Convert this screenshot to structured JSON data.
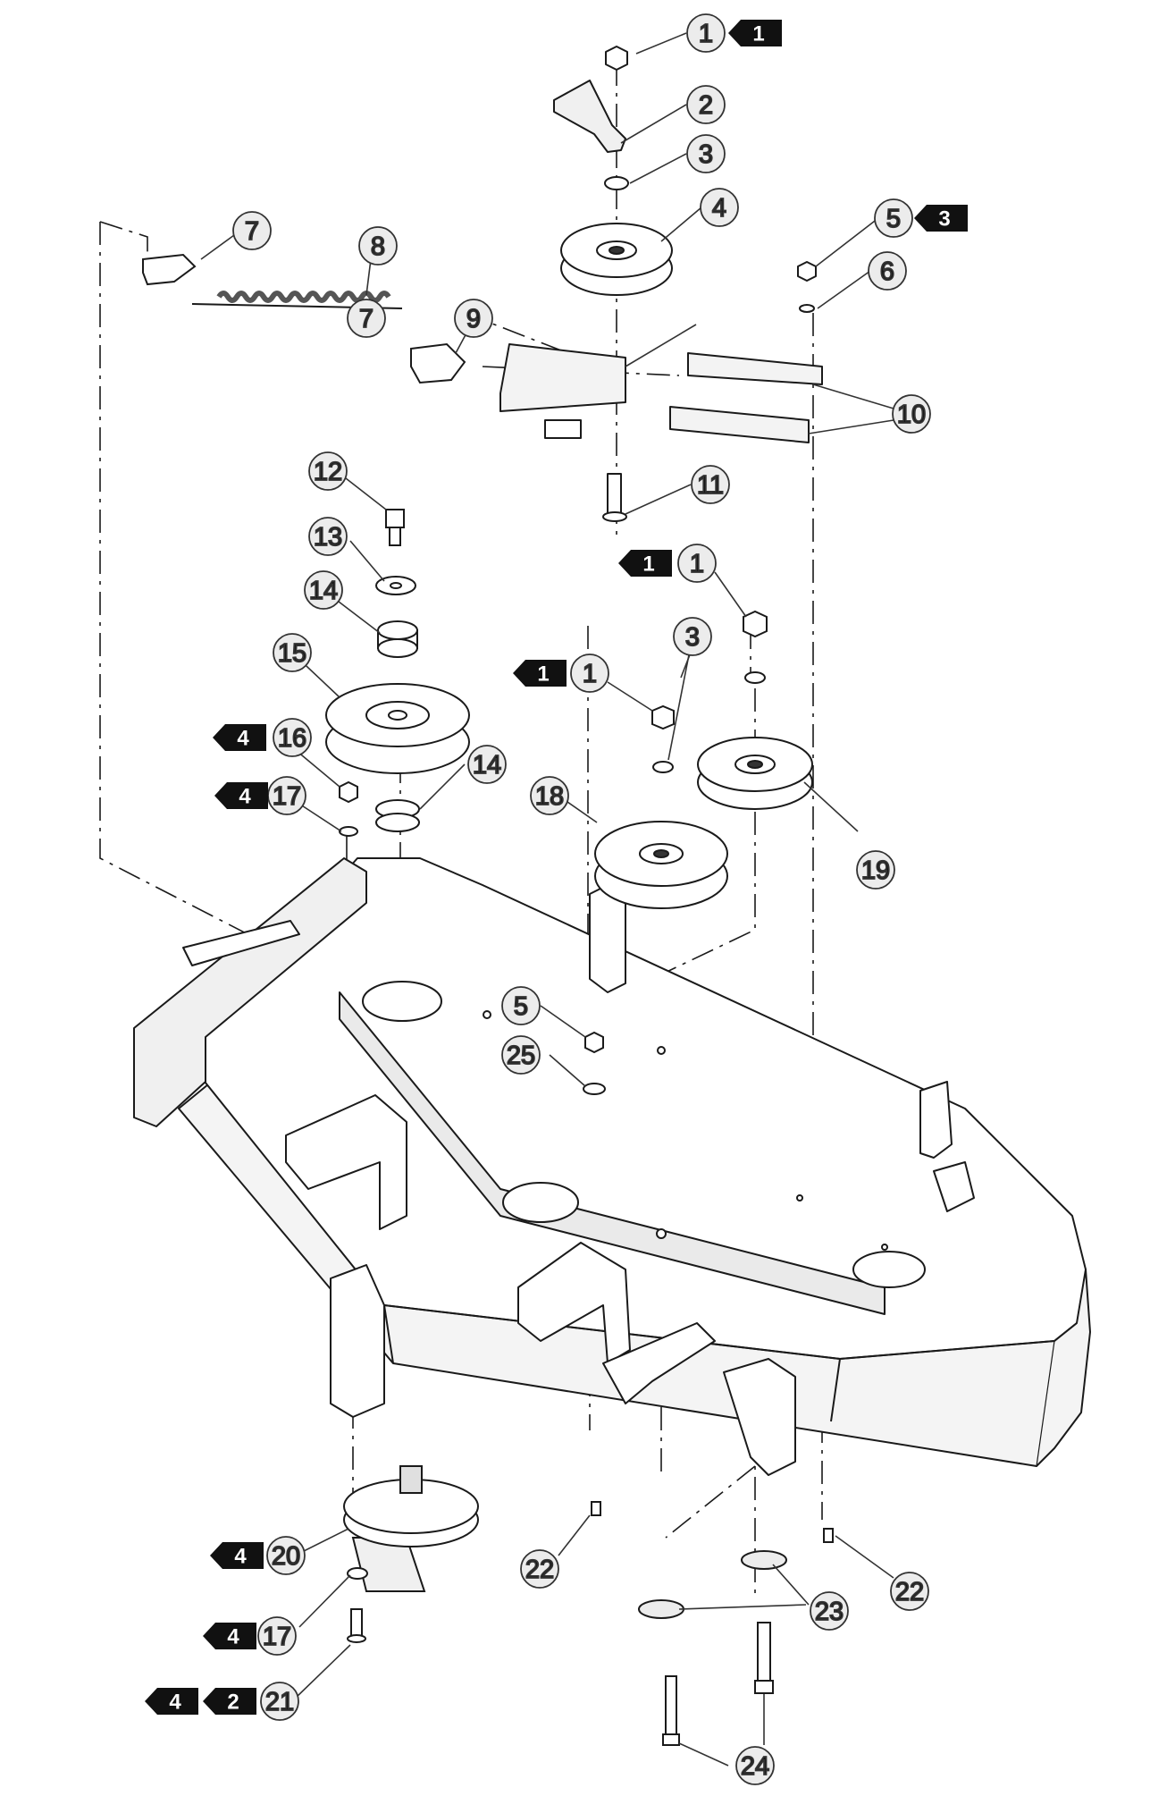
{
  "colors": {
    "line": "#1a1a1a",
    "callout_fill": "#ececec",
    "badge_fill": "#111111",
    "badge_text": "#ffffff",
    "part_fill": "#ffffff",
    "shade": "#d8d8d8"
  },
  "callouts": [
    {
      "label": "1"
    },
    {
      "label": "2"
    },
    {
      "label": "3"
    },
    {
      "label": "4"
    },
    {
      "label": "5"
    },
    {
      "label": "6"
    },
    {
      "label": "7"
    },
    {
      "label": "8"
    },
    {
      "label": "7"
    },
    {
      "label": "9"
    },
    {
      "label": "10"
    },
    {
      "label": "11"
    },
    {
      "label": "12"
    },
    {
      "label": "13"
    },
    {
      "label": "14"
    },
    {
      "label": "15"
    },
    {
      "label": "16"
    },
    {
      "label": "17"
    },
    {
      "label": "14"
    },
    {
      "label": "1"
    },
    {
      "label": "3"
    },
    {
      "label": "1"
    },
    {
      "label": "18"
    },
    {
      "label": "19"
    },
    {
      "label": "5"
    },
    {
      "label": "25"
    },
    {
      "label": "20"
    },
    {
      "label": "17"
    },
    {
      "label": "21"
    },
    {
      "label": "22"
    },
    {
      "label": "22"
    },
    {
      "label": "23"
    },
    {
      "label": "24"
    }
  ],
  "badges": [
    {
      "label": "1"
    },
    {
      "label": "3"
    },
    {
      "label": "1"
    },
    {
      "label": "1"
    },
    {
      "label": "4"
    },
    {
      "label": "4"
    },
    {
      "label": "4"
    },
    {
      "label": "4"
    },
    {
      "label": "4"
    },
    {
      "label": "2"
    }
  ]
}
